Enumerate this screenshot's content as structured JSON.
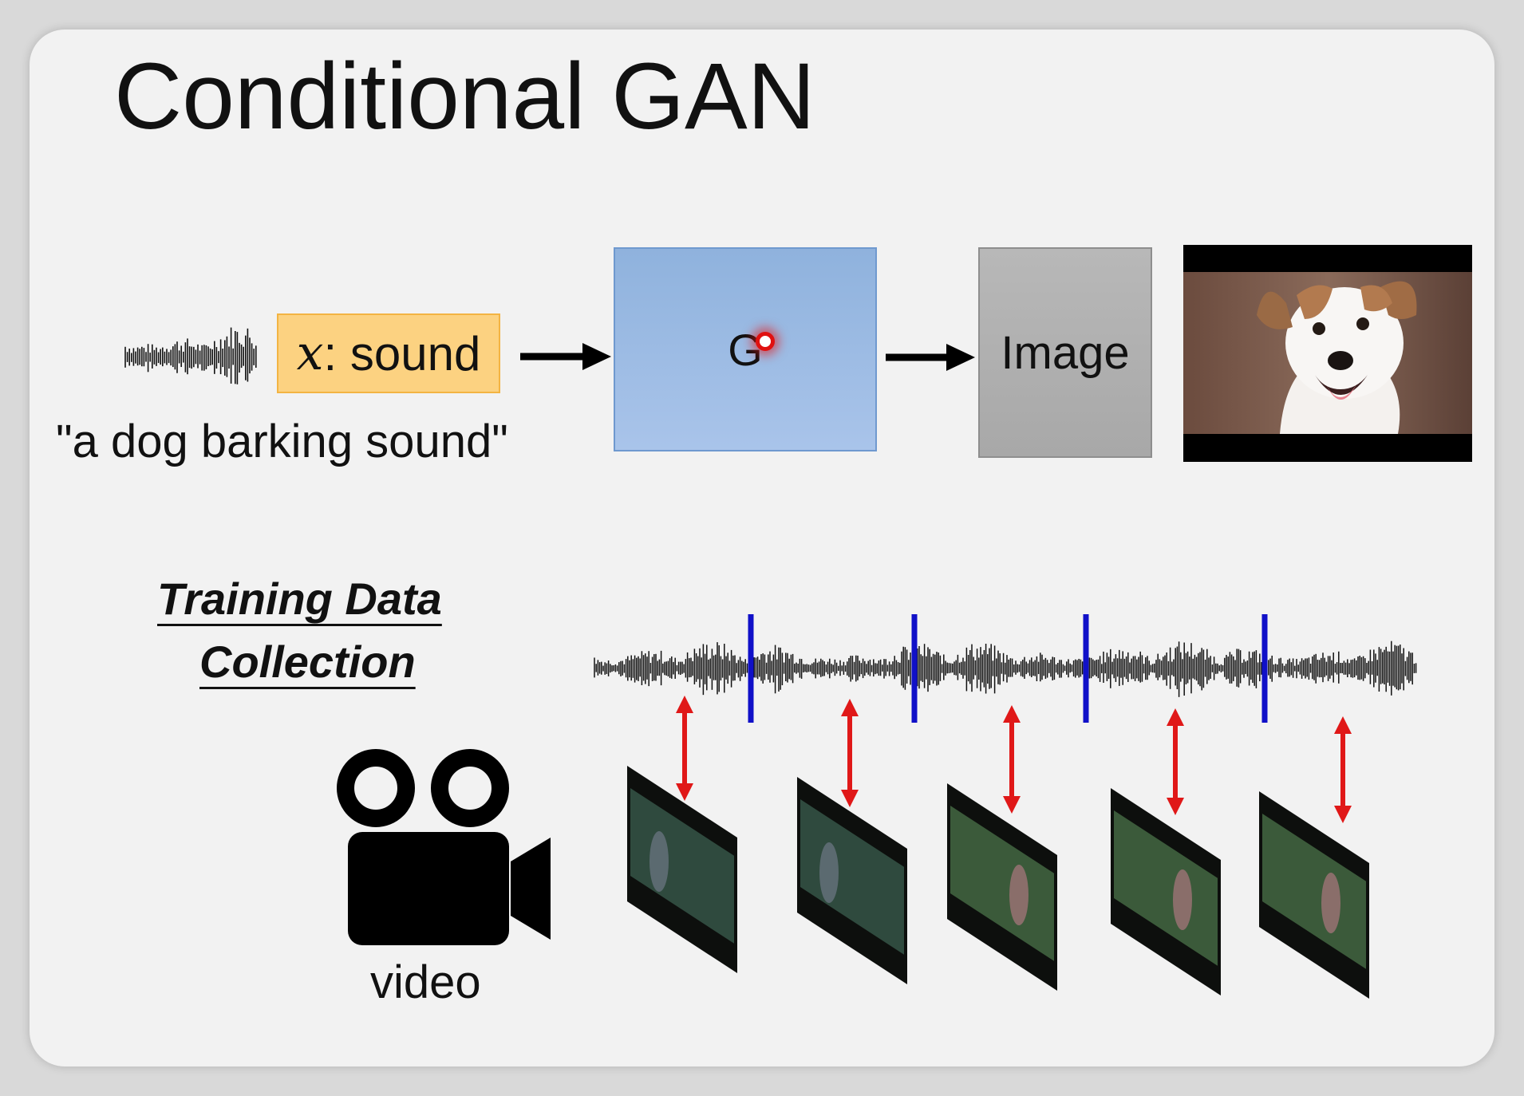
{
  "slide": {
    "title": "Conditional GAN"
  },
  "top_row": {
    "input_var": "x",
    "input_rest": ": sound",
    "caption": "\"a dog barking sound\"",
    "generator_label": "G",
    "output_label": "Image"
  },
  "bottom_row": {
    "heading_line1": "Training Data",
    "heading_line2": "Collection",
    "video_label": "video"
  },
  "colors": {
    "input_box": "#fcd281",
    "generator_box": "#9dbbe4",
    "output_box": "#b0b0b0",
    "segment_marker": "#1010c8",
    "pair_arrow": "#e01818"
  },
  "icons": [
    "sound-wave-icon",
    "arrow-right-icon",
    "pointer-dot-icon",
    "dog-photo",
    "video-camera-icon",
    "audio-waveform",
    "video-frame"
  ]
}
